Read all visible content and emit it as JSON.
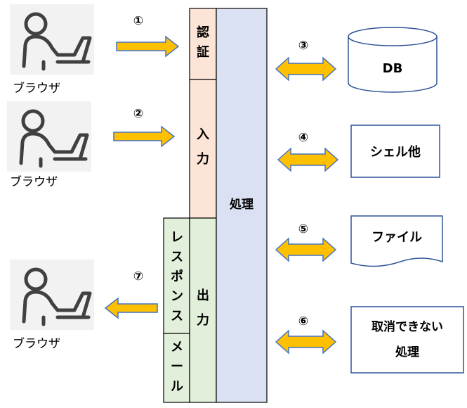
{
  "browsers": [
    {
      "label": "ブラウザ",
      "icon": "user-at-computer-icon"
    },
    {
      "label": "ブラウザ",
      "icon": "user-at-computer-icon"
    },
    {
      "label": "ブラウザ",
      "icon": "user-at-computer-icon"
    }
  ],
  "steps": [
    "①",
    "②",
    "③",
    "④",
    "⑤",
    "⑥",
    "⑦"
  ],
  "modules": {
    "auth": [
      "認",
      "証"
    ],
    "input": [
      "入",
      "力"
    ],
    "output": [
      "出",
      "力"
    ],
    "response": [
      "レ",
      "ス",
      "ポ",
      "ン",
      "ス"
    ],
    "mail": [
      "メ",
      "ー",
      "ル"
    ],
    "process": "処理"
  },
  "resources": {
    "db": "DB",
    "shell": "シェル他",
    "file": "ファイル",
    "irreversible": [
      "取消できない",
      "処理"
    ]
  },
  "colors": {
    "arrow_fill": "#FFC000",
    "arrow_stroke": "#4472C4",
    "auth_input_bg": "#FCE4D6",
    "output_bg": "#E2EFDA",
    "process_bg": "#D9E1F2",
    "resource_stroke": "#2F5597",
    "icon_bg": "#F2F2F2",
    "icon_stroke": "#404040"
  }
}
